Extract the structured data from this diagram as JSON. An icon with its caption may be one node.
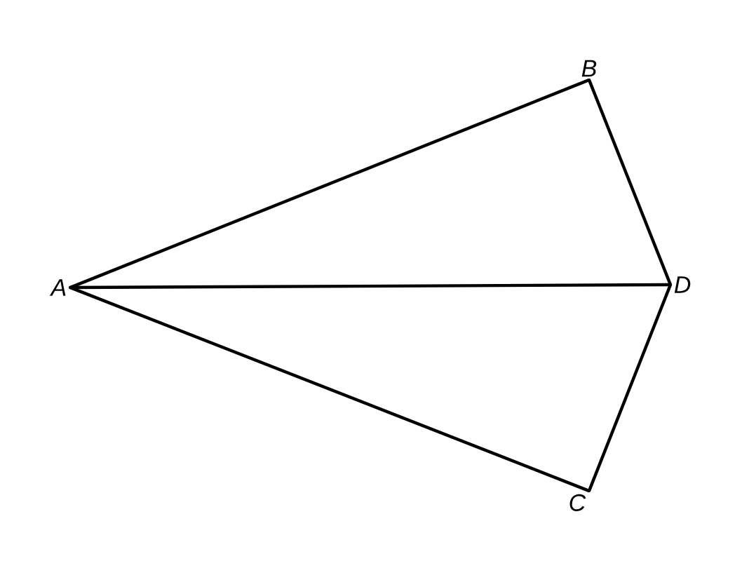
{
  "diagram": {
    "nodes": [
      {
        "text": [
          "A"
        ]
      },
      {
        "text": [
          "B"
        ]
      },
      {
        "text": [
          "D"
        ]
      },
      {
        "text": [
          "C"
        ]
      }
    ],
    "edges": [
      {
        "from": 0,
        "to": 1,
        "arrow": "none"
      },
      {
        "from": 1,
        "to": 2,
        "arrow": "none"
      },
      {
        "from": 0,
        "to": 2,
        "arrow": "none"
      },
      {
        "from": 0,
        "to": 3,
        "arrow": "none"
      },
      {
        "from": 3,
        "to": 2,
        "arrow": "none"
      }
    ]
  }
}
